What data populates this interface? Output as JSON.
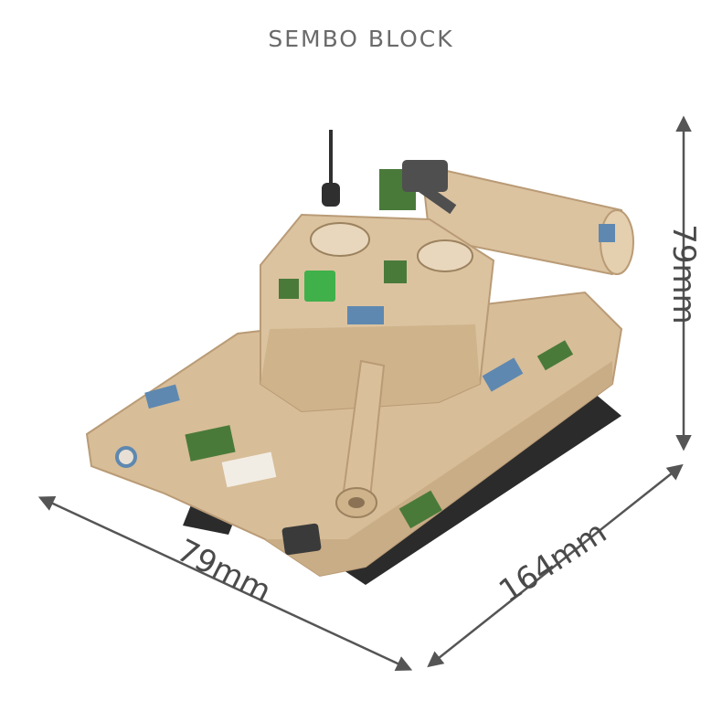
{
  "brand": {
    "title": "SEMBO BLOCK"
  },
  "dimensions": {
    "height_label": "79mm",
    "width_label": "79mm",
    "length_label": "164mm"
  },
  "colors": {
    "background": "#ffffff",
    "arrow": "#555555",
    "tan": "#dcc3a0",
    "tan_dark": "#b99b76",
    "camo_green": "#4a7a3a",
    "camo_blue": "#5e88b0",
    "track": "#2b2b2b"
  },
  "product": {
    "type": "tank-building-block-model"
  }
}
